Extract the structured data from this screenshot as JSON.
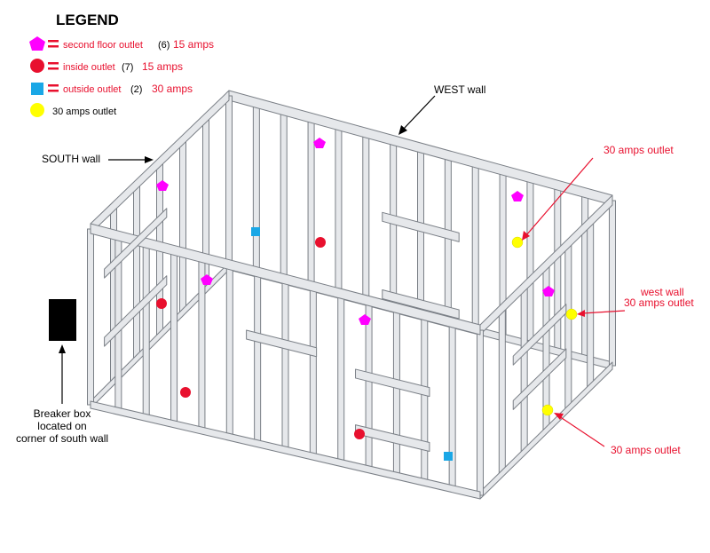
{
  "legend": {
    "title": "LEGEND",
    "items": [
      {
        "label": "second floor outlet",
        "count": "(6)",
        "amps": "15 amps",
        "shape": "pentagon",
        "color": "#ff00ff"
      },
      {
        "label": "inside outlet",
        "count": "(7)",
        "amps": "15 amps",
        "shape": "circle",
        "color": "#e8102e"
      },
      {
        "label": "outside outlet",
        "count": "(2)",
        "amps": "30 amps",
        "shape": "square",
        "color": "#1aa7e6"
      },
      {
        "label": "30 amps outlet",
        "count": "",
        "amps": "",
        "shape": "circle",
        "color": "#ffff00"
      }
    ]
  },
  "labels": {
    "west_wall": "WEST wall",
    "south_wall": "SOUTH wall",
    "callout_top": "30 amps  outlet",
    "callout_mid_line1": "west wall",
    "callout_mid_line2": "30 amps  outlet",
    "callout_bottom": "30 amps  outlet",
    "breaker_line1": "Breaker box",
    "breaker_line2": "located on",
    "breaker_line3": "corner of south wall"
  },
  "colors": {
    "accent_red": "#e8102e",
    "frame_fill": "#e6e8eb",
    "frame_stroke": "#7a7f86",
    "breaker": "#000000"
  },
  "icons": {
    "equals": "equals-sign-icon"
  }
}
